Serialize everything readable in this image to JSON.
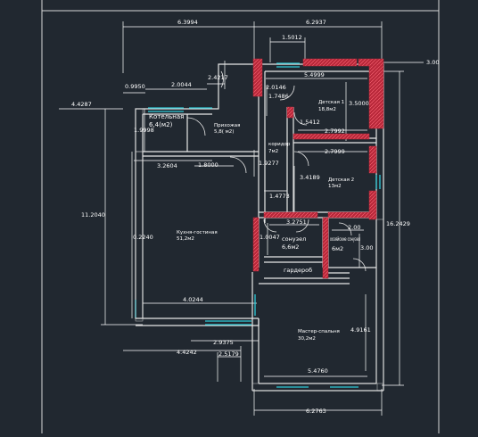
{
  "colors": {
    "background": "#212830",
    "dimension": "#ffffff",
    "wall": "#e8e8e8",
    "brick": "#b8283a",
    "window": "#2fc9d6",
    "room_label": "#ffffff",
    "frame": "#d8d8d8"
  },
  "dimensions": {
    "top_left": "6.3994",
    "top_right": "6.2937",
    "top_window": "1.5012",
    "top_r": "3.00",
    "living_width_top": "5.4999",
    "left_small": "0.9950",
    "kotel_window": "2.0044",
    "entry_small": "2.4217",
    "left_total": "4.4287",
    "kotel_depth": "1.9998",
    "corr_a": "2.0146",
    "corr_b": "1.7486",
    "child1_depth": "3.5000",
    "corr_c": "1.5412",
    "child1_w": "2.7992",
    "child2_w": "2.7999",
    "kitchen_top": "3.2604",
    "entry_w": "1.8000",
    "corr_d": "1.9277",
    "corr_e": "3.4189",
    "corr_f": "1.4773",
    "left_height": "11.2040",
    "right_height": "16.2429",
    "kitchen_mid": "0.2240",
    "bath_a": "3.2751",
    "bath_b": "2.00",
    "bath_c": "1.0047",
    "bath_d": "3.00",
    "kitchen_bottom": "4.0244",
    "bottom_a": "2.9375",
    "bottom_left": "4.4242",
    "bottom_b": "2.5179",
    "master_depth": "4.9161",
    "master_w": "5.4760",
    "bottom_total": "6.2763"
  },
  "rooms": {
    "kotelnaya": {
      "name": "Котельная",
      "area": "6,4(м2)"
    },
    "prikhozhaya": {
      "name": "Прихожая",
      "area": "5,8( м2)"
    },
    "koridor": {
      "name": "коридор",
      "area": "7м2"
    },
    "detskaya1": {
      "name": "Детская 1",
      "area": "18,8м2"
    },
    "detskaya2": {
      "name": "Детская 2",
      "area": "13м2"
    },
    "kukhnya": {
      "name": "Кухня-гостиная",
      "area": "51,2м2"
    },
    "sanuzel": {
      "name": "сонузел",
      "area": "6,6м2"
    },
    "hoz": {
      "name": "хозяйские сонузел",
      "area": "6м2"
    },
    "garderob": {
      "name": "гардероб"
    },
    "master": {
      "name": "Мастер-спальня",
      "area": "30,2м2"
    }
  }
}
